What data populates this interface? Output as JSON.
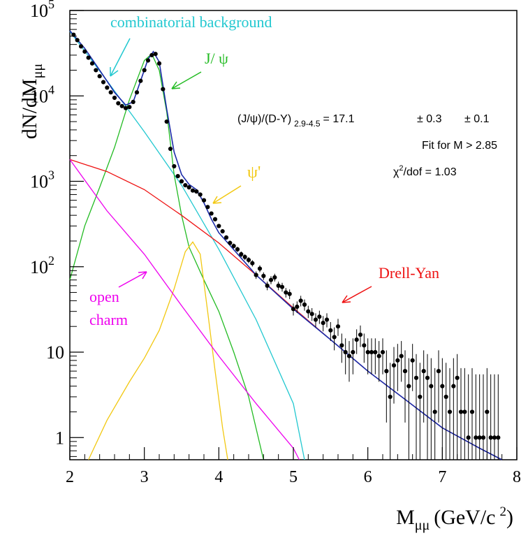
{
  "chart_data": {
    "type": "scatter",
    "xlabel": "M",
    "xlabel_sub": "μμ",
    "xlabel_unit_left": "(GeV/c",
    "xlabel_unit_sup": "2",
    "xlabel_unit_right": ")",
    "ylabel_main": "dN/dM",
    "ylabel_sub": "μμ",
    "xlim": [
      2,
      8
    ],
    "ylim": [
      0.55,
      100000
    ],
    "yscale": "log",
    "x_ticks": [
      {
        "v": 2,
        "t": "2"
      },
      {
        "v": 3,
        "t": "3"
      },
      {
        "v": 4,
        "t": "4"
      },
      {
        "v": 5,
        "t": "5"
      },
      {
        "v": 6,
        "t": "6"
      },
      {
        "v": 7,
        "t": "7"
      },
      {
        "v": 8,
        "t": "8"
      }
    ],
    "y_ticks": [
      {
        "v": 1,
        "base": "1",
        "exp": ""
      },
      {
        "v": 10,
        "base": "10",
        "exp": ""
      },
      {
        "v": 100,
        "base": "10",
        "exp": "2"
      },
      {
        "v": 1000,
        "base": "10",
        "exp": "3"
      },
      {
        "v": 10000,
        "base": "10",
        "exp": "4"
      },
      {
        "v": 100000,
        "base": "10",
        "exp": "5"
      }
    ],
    "annotations": {
      "ratio_prefix": "(J/ψ)/(D-Y)",
      "ratio_sub": "2.9-4.5",
      "ratio_value": "= 17.1",
      "ratio_err1": "± 0.3",
      "ratio_err2": "± 0.1",
      "fit_range": "Fit for M > 2.85",
      "chi2_pre": "χ",
      "chi2_sup": "2",
      "chi2_post": "/dof = 1.03"
    },
    "series": [
      {
        "name": "combinatorial background",
        "label": "combinatorial background",
        "color": "#22c8d0",
        "points": [
          [
            2.0,
            57000
          ],
          [
            2.5,
            15000
          ],
          [
            3.0,
            3800
          ],
          [
            3.5,
            900
          ],
          [
            4.0,
            160
          ],
          [
            4.5,
            24
          ],
          [
            5.0,
            2.5
          ],
          [
            5.15,
            0.55
          ]
        ]
      },
      {
        "name": "J/ψ",
        "label": "J/ ψ",
        "color": "#22bb22",
        "points": [
          [
            2.0,
            70
          ],
          [
            2.2,
            300
          ],
          [
            2.4,
            850
          ],
          [
            2.6,
            2500
          ],
          [
            2.8,
            9000
          ],
          [
            3.0,
            26000
          ],
          [
            3.1,
            31000
          ],
          [
            3.2,
            20000
          ],
          [
            3.3,
            6500
          ],
          [
            3.4,
            1200
          ],
          [
            3.5,
            400
          ],
          [
            3.6,
            170
          ],
          [
            3.8,
            70
          ],
          [
            4.0,
            30
          ],
          [
            4.2,
            10
          ],
          [
            4.4,
            3
          ],
          [
            4.6,
            0.55
          ]
        ]
      },
      {
        "name": "ψ'",
        "label": "ψ'",
        "color": "#f2c811",
        "points": [
          [
            2.25,
            0.55
          ],
          [
            2.5,
            1.6
          ],
          [
            2.8,
            4.5
          ],
          [
            3.0,
            8.5
          ],
          [
            3.2,
            18
          ],
          [
            3.4,
            55
          ],
          [
            3.55,
            150
          ],
          [
            3.65,
            195
          ],
          [
            3.75,
            140
          ],
          [
            3.85,
            30
          ],
          [
            3.95,
            6
          ],
          [
            4.05,
            1.3
          ],
          [
            4.12,
            0.55
          ]
        ]
      },
      {
        "name": "Drell-Yan",
        "label": "Drell-Yan",
        "color": "#ee1111",
        "points": [
          [
            2.0,
            1800
          ],
          [
            2.5,
            1300
          ],
          [
            3.0,
            800
          ],
          [
            3.5,
            400
          ],
          [
            4.0,
            190
          ],
          [
            4.5,
            80
          ],
          [
            5.0,
            33
          ],
          [
            5.5,
            14
          ],
          [
            6.0,
            6
          ],
          [
            6.5,
            2.8
          ],
          [
            7.0,
            1.3
          ],
          [
            7.5,
            0.75
          ],
          [
            7.8,
            0.55
          ]
        ]
      },
      {
        "name": "open charm",
        "label_line1": "open",
        "label_line2": "charm",
        "color": "#ee00ee",
        "points": [
          [
            2.0,
            1800
          ],
          [
            2.5,
            450
          ],
          [
            3.0,
            140
          ],
          [
            3.5,
            35
          ],
          [
            4.0,
            9
          ],
          [
            4.5,
            2.5
          ],
          [
            5.0,
            0.75
          ],
          [
            5.08,
            0.55
          ]
        ]
      },
      {
        "name": "total fit",
        "color": "#1a2aa8",
        "points": [
          [
            2.0,
            58000
          ],
          [
            2.2,
            36000
          ],
          [
            2.4,
            20000
          ],
          [
            2.6,
            11000
          ],
          [
            2.75,
            7800
          ],
          [
            2.85,
            8500
          ],
          [
            2.95,
            15000
          ],
          [
            3.05,
            27000
          ],
          [
            3.12,
            33000
          ],
          [
            3.2,
            25000
          ],
          [
            3.3,
            7000
          ],
          [
            3.4,
            2200
          ],
          [
            3.5,
            1200
          ],
          [
            3.6,
            920
          ],
          [
            3.7,
            800
          ],
          [
            3.8,
            560
          ],
          [
            3.9,
            360
          ],
          [
            4.0,
            250
          ],
          [
            4.5,
            80
          ],
          [
            5.0,
            32
          ],
          [
            5.5,
            14
          ],
          [
            6.0,
            6
          ],
          [
            6.5,
            2.8
          ],
          [
            7.0,
            1.3
          ],
          [
            7.5,
            0.75
          ],
          [
            7.8,
            0.55
          ]
        ]
      },
      {
        "name": "data",
        "points": [
          [
            2.05,
            52000
          ],
          [
            2.1,
            45000
          ],
          [
            2.15,
            38000
          ],
          [
            2.2,
            33000
          ],
          [
            2.25,
            28000
          ],
          [
            2.3,
            24000
          ],
          [
            2.35,
            20000
          ],
          [
            2.4,
            17000
          ],
          [
            2.45,
            14500
          ],
          [
            2.5,
            12500
          ],
          [
            2.55,
            11000
          ],
          [
            2.6,
            9500
          ],
          [
            2.65,
            8200
          ],
          [
            2.7,
            7600
          ],
          [
            2.75,
            7200
          ],
          [
            2.8,
            7400
          ],
          [
            2.85,
            8500
          ],
          [
            2.9,
            11000
          ],
          [
            2.95,
            15000
          ],
          [
            3.0,
            20000
          ],
          [
            3.05,
            26000
          ],
          [
            3.1,
            30000
          ],
          [
            3.15,
            31000
          ],
          [
            3.2,
            24000
          ],
          [
            3.25,
            12000
          ],
          [
            3.3,
            5000
          ],
          [
            3.35,
            2400
          ],
          [
            3.4,
            1500
          ],
          [
            3.45,
            1150
          ],
          [
            3.5,
            1000
          ],
          [
            3.55,
            900
          ],
          [
            3.6,
            850
          ],
          [
            3.65,
            780
          ],
          [
            3.7,
            760
          ],
          [
            3.75,
            700
          ],
          [
            3.8,
            600
          ],
          [
            3.85,
            500
          ],
          [
            3.9,
            420
          ],
          [
            3.95,
            360
          ],
          [
            4.0,
            300
          ],
          [
            4.05,
            260
          ],
          [
            4.1,
            220
          ],
          [
            4.15,
            190
          ],
          [
            4.2,
            175
          ],
          [
            4.25,
            160
          ],
          [
            4.3,
            140
          ],
          [
            4.35,
            130
          ],
          [
            4.4,
            120
          ],
          [
            4.45,
            110
          ],
          [
            4.5,
            80
          ],
          [
            4.55,
            95
          ],
          [
            4.6,
            78
          ],
          [
            4.65,
            60
          ],
          [
            4.7,
            70
          ],
          [
            4.75,
            75
          ],
          [
            4.8,
            60
          ],
          [
            4.85,
            58
          ],
          [
            4.9,
            50
          ],
          [
            4.95,
            48
          ],
          [
            5.0,
            32
          ],
          [
            5.05,
            34
          ],
          [
            5.1,
            40
          ],
          [
            5.15,
            36
          ],
          [
            5.2,
            30
          ],
          [
            5.25,
            28
          ],
          [
            5.3,
            24
          ],
          [
            5.35,
            26
          ],
          [
            5.4,
            22
          ],
          [
            5.45,
            24
          ],
          [
            5.5,
            18
          ],
          [
            5.55,
            15
          ],
          [
            5.6,
            20
          ],
          [
            5.65,
            12
          ],
          [
            5.7,
            10
          ],
          [
            5.75,
            9
          ],
          [
            5.8,
            10
          ],
          [
            5.85,
            14
          ],
          [
            5.9,
            16
          ],
          [
            5.95,
            12
          ],
          [
            6.0,
            10
          ],
          [
            6.05,
            10
          ],
          [
            6.1,
            10
          ],
          [
            6.15,
            9
          ],
          [
            6.2,
            10
          ],
          [
            6.25,
            6
          ],
          [
            6.3,
            3
          ],
          [
            6.35,
            7
          ],
          [
            6.4,
            8
          ],
          [
            6.45,
            9
          ],
          [
            6.5,
            6
          ],
          [
            6.55,
            4
          ],
          [
            6.6,
            8
          ],
          [
            6.65,
            5
          ],
          [
            6.7,
            3
          ],
          [
            6.75,
            6
          ],
          [
            6.8,
            5
          ],
          [
            6.85,
            4
          ],
          [
            6.9,
            2
          ],
          [
            6.95,
            6
          ],
          [
            7.0,
            4
          ],
          [
            7.05,
            3
          ],
          [
            7.1,
            2
          ],
          [
            7.15,
            4
          ],
          [
            7.2,
            5
          ],
          [
            7.25,
            2
          ],
          [
            7.3,
            2
          ],
          [
            7.35,
            1
          ],
          [
            7.4,
            2
          ],
          [
            7.45,
            1
          ],
          [
            7.5,
            1
          ],
          [
            7.55,
            1
          ],
          [
            7.6,
            2
          ],
          [
            7.65,
            1
          ],
          [
            7.7,
            1
          ],
          [
            7.75,
            1
          ]
        ]
      }
    ]
  }
}
